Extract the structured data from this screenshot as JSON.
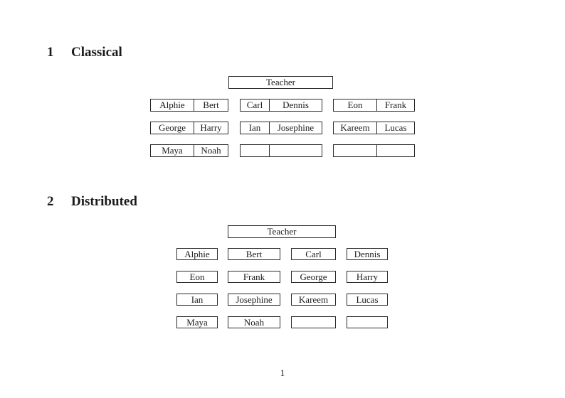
{
  "document": {
    "page_number": "1"
  },
  "sections": {
    "classical": {
      "number": "1",
      "title": "Classical",
      "teacher_label": "Teacher",
      "desks": [
        [
          [
            "Alphie",
            "Bert"
          ],
          [
            "Carl",
            "Dennis"
          ],
          [
            "Eon",
            "Frank"
          ]
        ],
        [
          [
            "George",
            "Harry"
          ],
          [
            "Ian",
            "Josephine"
          ],
          [
            "Kareem",
            "Lucas"
          ]
        ],
        [
          [
            "Maya",
            "Noah"
          ],
          [
            "",
            ""
          ],
          [
            "",
            ""
          ]
        ]
      ]
    },
    "distributed": {
      "number": "2",
      "title": "Distributed",
      "teacher_label": "Teacher",
      "desks": [
        [
          "Alphie",
          "Bert",
          "Carl",
          "Dennis"
        ],
        [
          "Eon",
          "Frank",
          "George",
          "Harry"
        ],
        [
          "Ian",
          "Josephine",
          "Kareem",
          "Lucas"
        ],
        [
          "Maya",
          "Noah",
          "",
          ""
        ]
      ]
    }
  }
}
